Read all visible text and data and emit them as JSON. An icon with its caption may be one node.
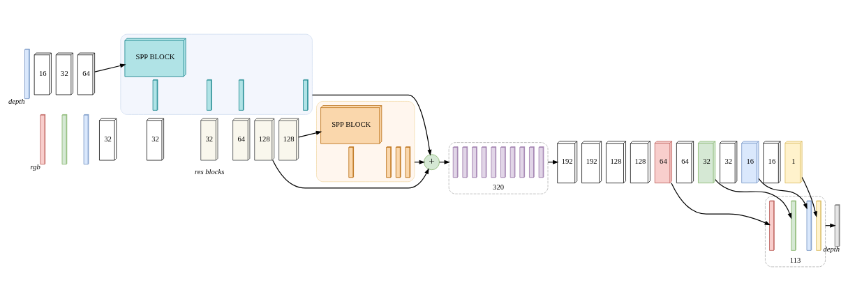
{
  "diagram": {
    "nodes": [
      {
        "text": [],
        "shape": "box",
        "beside": [
          "depth"
        ]
      },
      {
        "text": [
          "16"
        ]
      },
      {
        "text": [
          "32"
        ]
      },
      {
        "text": [
          "64"
        ]
      },
      {
        "text": [],
        "shape": "box"
      },
      {
        "text": [
          "SPP BLOCK"
        ],
        "in": 4
      },
      {
        "text": [],
        "shape": "box",
        "in": 4
      },
      {
        "text": [],
        "shape": "box",
        "in": 4
      },
      {
        "text": [],
        "shape": "box",
        "in": 4
      },
      {
        "text": [],
        "shape": "box",
        "in": 4
      },
      {
        "text": [],
        "shape": "box",
        "beside": [
          "rgb"
        ]
      },
      {
        "text": [],
        "shape": "box"
      },
      {
        "text": [],
        "shape": "box"
      },
      {
        "text": [
          "32"
        ]
      },
      {
        "text": [
          "32"
        ]
      },
      {
        "text": [
          "32"
        ]
      },
      {
        "text": [
          "64"
        ]
      },
      {
        "text": [
          "128"
        ]
      },
      {
        "text": [
          "128"
        ]
      },
      {
        "text": [],
        "shape": "box"
      },
      {
        "text": [
          "SPP BLOCK"
        ],
        "in": 19
      },
      {
        "text": [],
        "shape": "box",
        "in": 19
      },
      {
        "text": [],
        "shape": "box",
        "in": 19
      },
      {
        "text": [],
        "shape": "box",
        "in": 19
      },
      {
        "text": [],
        "shape": "box",
        "in": 19
      },
      {
        "text": [
          "+"
        ]
      },
      {
        "text": [
          "320"
        ]
      },
      {
        "text": [],
        "shape": "box",
        "in": 26
      },
      {
        "text": [],
        "shape": "box",
        "in": 26
      },
      {
        "text": [],
        "shape": "box",
        "in": 26
      },
      {
        "text": [],
        "shape": "box",
        "in": 26
      },
      {
        "text": [],
        "shape": "box",
        "in": 26
      },
      {
        "text": [],
        "shape": "box",
        "in": 26
      },
      {
        "text": [],
        "shape": "box",
        "in": 26
      },
      {
        "text": [],
        "shape": "box",
        "in": 26
      },
      {
        "text": [],
        "shape": "box",
        "in": 26
      },
      {
        "text": [],
        "shape": "box",
        "in": 26
      },
      {
        "text": [
          "192"
        ]
      },
      {
        "text": [
          "192"
        ]
      },
      {
        "text": [
          "128"
        ]
      },
      {
        "text": [
          "128"
        ]
      },
      {
        "text": [
          "64"
        ]
      },
      {
        "text": [
          "64"
        ]
      },
      {
        "text": [
          "32"
        ]
      },
      {
        "text": [
          "32"
        ]
      },
      {
        "text": [
          "16"
        ]
      },
      {
        "text": [
          "16"
        ]
      },
      {
        "text": [
          "1"
        ]
      },
      {
        "text": [
          "113"
        ]
      },
      {
        "text": [],
        "shape": "box",
        "in": 48
      },
      {
        "text": [],
        "shape": "box",
        "in": 48
      },
      {
        "text": [],
        "shape": "box",
        "in": 48
      },
      {
        "text": [],
        "shape": "box",
        "in": 48
      },
      {
        "text": [],
        "shape": "box",
        "beside": [
          "depth"
        ]
      }
    ],
    "edges": [
      {
        "from": 3,
        "to": 5,
        "arrow": "to"
      },
      {
        "from": 18,
        "to": 20,
        "arrow": "to"
      },
      {
        "from": 4,
        "to": 25,
        "arrow": "to"
      },
      {
        "from": 19,
        "to": 25,
        "arrow": "to"
      },
      {
        "from": 17,
        "to": 25,
        "arrow": "to"
      },
      {
        "from": 25,
        "to": 26,
        "arrow": "to"
      },
      {
        "from": 26,
        "to": 37,
        "arrow": "to"
      },
      {
        "from": 41,
        "to": 49,
        "arrow": "to"
      },
      {
        "from": 43,
        "to": 50,
        "arrow": "to"
      },
      {
        "from": 45,
        "to": 51,
        "arrow": "to"
      },
      {
        "from": 47,
        "to": 52,
        "arrow": "to"
      },
      {
        "from": 48,
        "to": 53,
        "arrow": "to"
      }
    ],
    "labels": [
      "res blocks"
    ]
  }
}
